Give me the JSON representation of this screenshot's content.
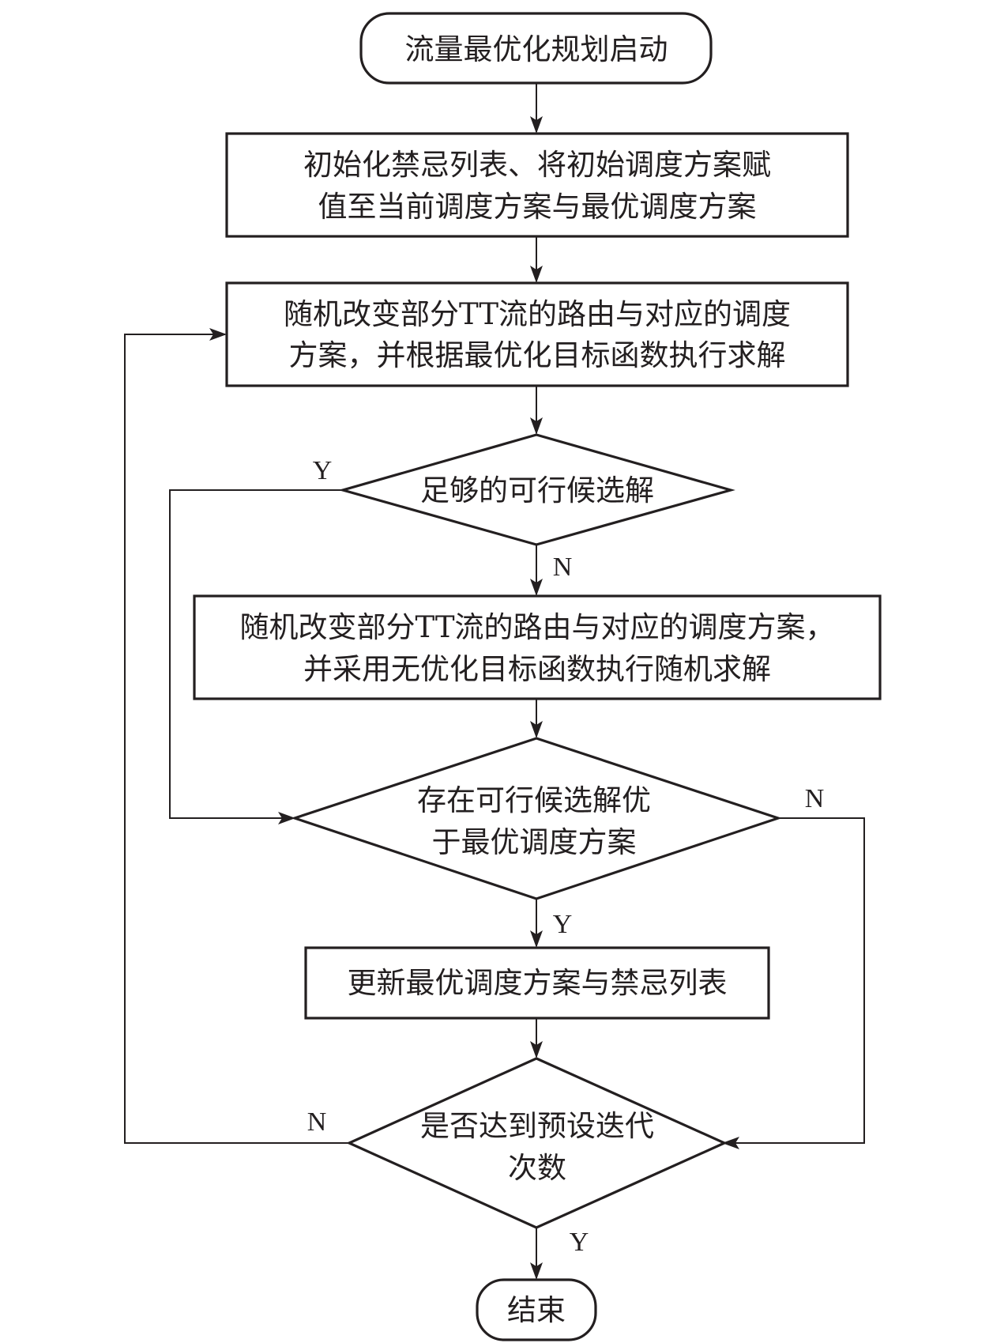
{
  "nodes": {
    "start": {
      "text": "流量最优化规划启动"
    },
    "init": {
      "line1": "初始化禁忌列表、将初始调度方案赋",
      "line2": "值至当前调度方案与最优调度方案"
    },
    "random_opt": {
      "line1": "随机改变部分TT流的路由与对应的调度",
      "line2": "方案，并根据最优化目标函数执行求解"
    },
    "enough_check": {
      "text": "足够的可行候选解"
    },
    "random_free": {
      "line1": "随机改变部分TT流的路由与对应的调度方案，",
      "line2": "并采用无优化目标函数执行随机求解"
    },
    "better_check": {
      "line1": "存在可行候选解优",
      "line2": "于最优调度方案"
    },
    "update": {
      "text": "更新最优调度方案与禁忌列表"
    },
    "iter_check": {
      "line1": "是否达到预设迭代",
      "line2": "次数"
    },
    "end": {
      "text": "结束"
    }
  },
  "branch_labels": {
    "enough_yes": "Y",
    "enough_no": "N",
    "better_no": "N",
    "better_yes": "Y",
    "iter_no": "N",
    "iter_yes": "Y"
  }
}
